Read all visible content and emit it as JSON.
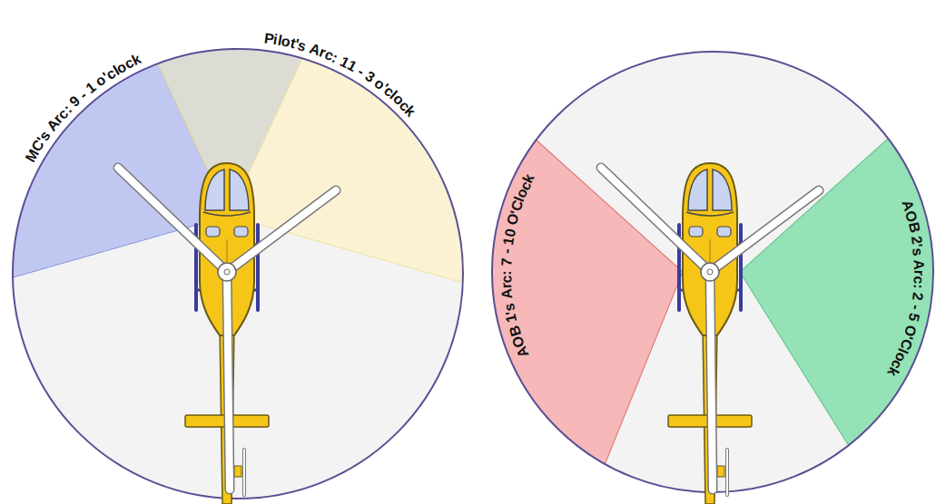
{
  "diagram": {
    "labels": [
      "MC's Arc: 9 - 1 o'clock",
      "Pilot's Arc: 11 - 3 o'clock",
      "AOB 1's Arc: 7 - 10 O'Clock",
      "AOB 2's Arc: 2 - 5 O'Clock"
    ]
  }
}
